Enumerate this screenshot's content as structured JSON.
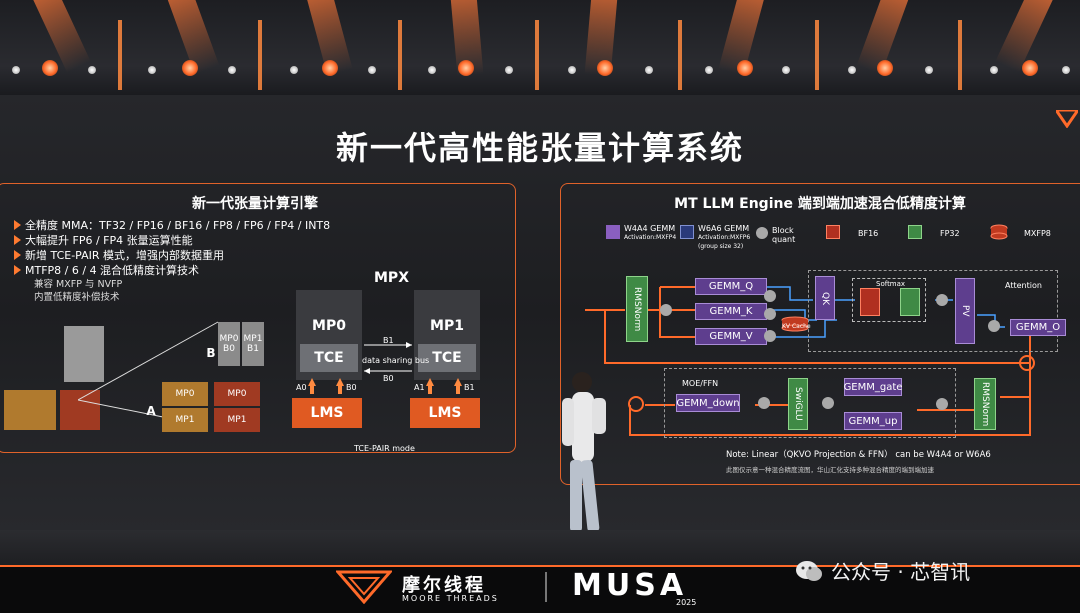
{
  "slide": {
    "title": "新一代高性能张量计算系统",
    "left": {
      "title": "新一代张量计算引擎",
      "bullets": [
        "全精度 MMA：TF32 / FP16 / BF16 / FP8 / FP6 / FP4 / INT8",
        "大幅提升 FP6 / FP4 张量运算性能",
        "新增 TCE-PAIR 模式，增强内部数据重用",
        "MTFP8 / 6 / 4 混合低精度计算技术"
      ],
      "sub_bullets": [
        "兼容 MXFP 与 NVFP",
        "内置低精度补偿技术"
      ],
      "diagram": {
        "mpx": "MPX",
        "mp0": "MP0",
        "mp1": "MP1",
        "tce": "TCE",
        "lms": "LMS",
        "b1": "B1",
        "b0": "B0",
        "bus": "data sharing bus",
        "a0": "A0",
        "b0_in": "B0",
        "a1": "A1",
        "b1_in": "B1",
        "mode": "TCE-PAIR mode",
        "label_a": "A",
        "label_b": "B",
        "mp0_small": "MP0",
        "mp1_small": "MP1",
        "b0_small": "B0",
        "b1_small": "B1"
      }
    },
    "right": {
      "title": "MT LLM Engine 端到端加速混合低精度计算",
      "legend": [
        {
          "label": "W4A4 GEMM",
          "sub": "Activation:MXFP4"
        },
        {
          "label": "W6A6 GEMM",
          "sub": "Activation:MXFP6 (group size 32)"
        },
        {
          "label": "Block quant"
        },
        {
          "label": "BF16"
        },
        {
          "label": "FP32"
        },
        {
          "label": "MXFP8"
        }
      ],
      "blocks": {
        "rmsnorm": "RMSNorm",
        "gemm_q": "GEMM_Q",
        "gemm_k": "GEMM_K",
        "gemm_v": "GEMM_V",
        "kv_cache": "KV Cache",
        "qk": "QK",
        "softmax": "Softmax",
        "attention": "Attention",
        "pv": "PV",
        "gemm_o": "GEMM_O",
        "moe": "MOE/FFN",
        "gemm_down": "GEMM_down",
        "swiglu": "SwiGLU",
        "gemm_gate": "GEMM_gate",
        "gemm_up": "GEMM_up",
        "rmsnorm2": "RMSNorm"
      },
      "note": "Note: Linear（QKVO Projection & FFN） can be W4A4 or W6A6",
      "note_sub": "此图仅示意一种混合精度流图，华山汇化支持多种混合精度的端到端加速"
    }
  },
  "stage": {
    "brand_cn": "摩尔线程",
    "brand_en": "MOORE THREADS",
    "musa": "MUSA",
    "year": "2025",
    "watermark": "公众号 · 芯智讯"
  },
  "colors": {
    "accent": "#ff6a2a",
    "purple": "#5e3e8e",
    "green": "#3f8a45"
  }
}
